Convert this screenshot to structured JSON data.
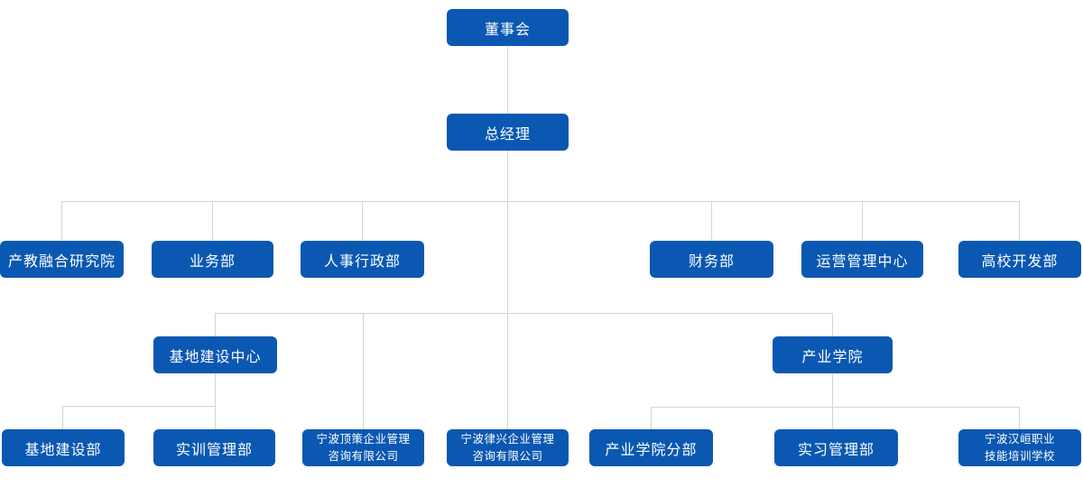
{
  "org_chart": {
    "colors": {
      "node_background": "#0a58b2",
      "node_text": "#ffffff",
      "connector_line": "#d4d4d4",
      "page_background": "#ffffff"
    },
    "nodes": [
      {
        "id": "board",
        "label": "董事会",
        "level": 0,
        "parent": null
      },
      {
        "id": "general-manager",
        "label": "总经理",
        "level": 1,
        "parent": "董事会"
      },
      {
        "id": "industry-education-research",
        "label": "产教融合研究院",
        "level": 2,
        "parent": "总经理"
      },
      {
        "id": "business-dept",
        "label": "业务部",
        "level": 2,
        "parent": "总经理"
      },
      {
        "id": "hr-admin-dept",
        "label": "人事行政部",
        "level": 2,
        "parent": "总经理"
      },
      {
        "id": "finance-dept",
        "label": "财务部",
        "level": 2,
        "parent": "总经理"
      },
      {
        "id": "operations-mgmt-center",
        "label": "运营管理中心",
        "level": 2,
        "parent": "总经理"
      },
      {
        "id": "university-dev-dept",
        "label": "高校开发部",
        "level": 2,
        "parent": "总经理"
      },
      {
        "id": "base-construction-center",
        "label": "基地建设中心",
        "level": 3,
        "parent": "总经理"
      },
      {
        "id": "industry-college",
        "label": "产业学院",
        "level": 3,
        "parent": "总经理"
      },
      {
        "id": "base-construction-dept",
        "label": "基地建设部",
        "level": 4,
        "parent": "基地建设中心"
      },
      {
        "id": "practical-training-dept",
        "label": "实训管理部",
        "level": 4,
        "parent": "基地建设中心"
      },
      {
        "id": "ningbo-dingce-company",
        "label": "宁波顶策企业管理\n咨询有限公司",
        "level": 4,
        "parent": "总经理"
      },
      {
        "id": "ningbo-lvxing-company",
        "label": "宁波律兴企业管理\n咨询有限公司",
        "level": 4,
        "parent": "总经理"
      },
      {
        "id": "industry-college-branch",
        "label": "产业学院分部",
        "level": 4,
        "parent": "产业学院"
      },
      {
        "id": "internship-mgmt-dept",
        "label": "实习管理部",
        "level": 4,
        "parent": "产业学院"
      },
      {
        "id": "ningbo-hanhuan-school",
        "label": "宁波汉峘职业\n技能培训学校",
        "level": 4,
        "parent": "产业学院"
      }
    ]
  }
}
